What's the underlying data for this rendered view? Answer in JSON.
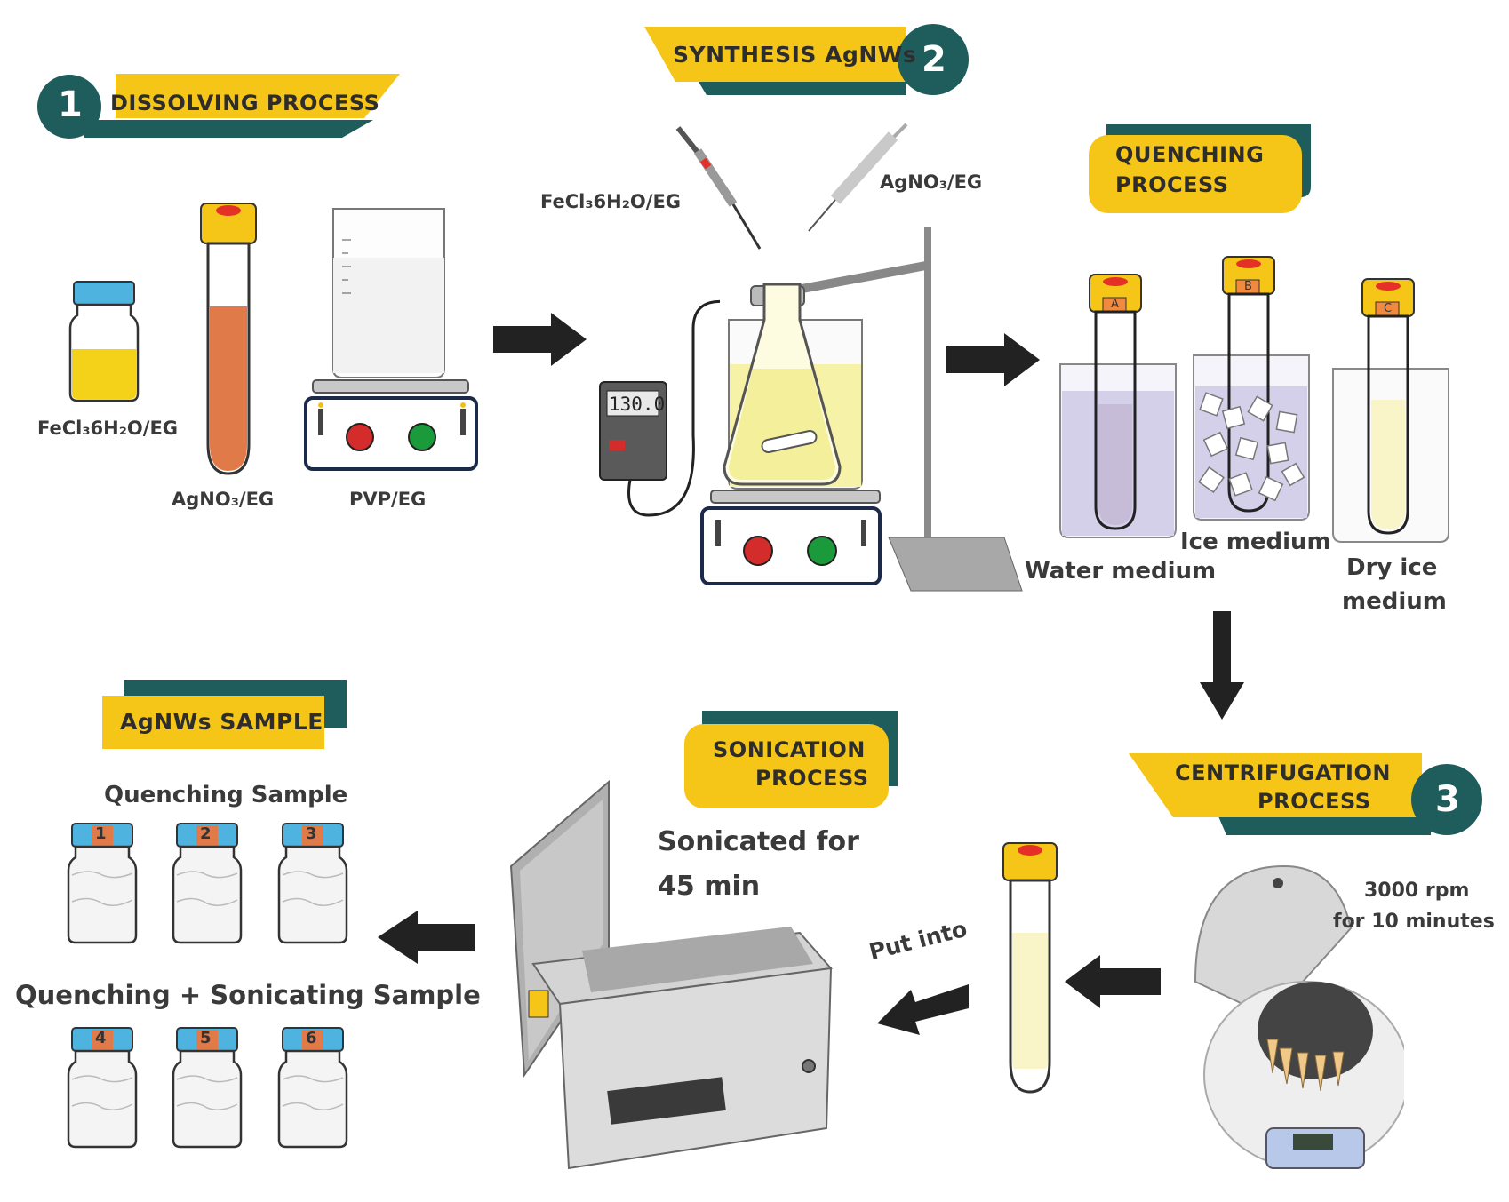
{
  "steps": {
    "step1": {
      "number": "1",
      "title": "DISSOLVING PROCESS"
    },
    "step2": {
      "number": "2",
      "title": "SYNTHESIS AgNWs"
    },
    "step3": {
      "number": "3",
      "title_line1": "CENTRIFUGATION",
      "title_line2": "PROCESS"
    },
    "quenching": {
      "title_line1": "QUENCHING",
      "title_line2": "PROCESS"
    },
    "sonication": {
      "title_line1": "SONICATION",
      "title_line2": "PROCESS"
    },
    "sample": {
      "title": "AgNWs SAMPLE"
    }
  },
  "dissolving": {
    "fecl_label": "FeCl₃6H₂O/EG",
    "agno_label": "AgNO₃/EG",
    "pvp_label": "PVP/EG"
  },
  "synthesis": {
    "fecl_label": "FeCl₃6H₂O/EG",
    "agno_label": "AgNO₃/EG",
    "thermometer_display": "130.0"
  },
  "quenching": {
    "tubes": [
      "A",
      "B",
      "C"
    ],
    "water_label": "Water medium",
    "ice_label": "Ice medium",
    "dry_ice_line1": "Dry ice",
    "dry_ice_line2": "medium"
  },
  "centrifugation": {
    "speed_line1": "3000 rpm",
    "speed_line2": "for 10 minutes",
    "put_into": "Put into"
  },
  "sonication": {
    "time_line1": "Sonicated for",
    "time_line2": "45 min"
  },
  "samples": {
    "quenching_label": "Quenching Sample",
    "sonicating_label": "Quenching + Sonicating Sample",
    "vials_row1": [
      "1",
      "2",
      "3"
    ],
    "vials_row2": [
      "4",
      "5",
      "6"
    ]
  },
  "colors": {
    "banner_yellow": "#f5c518",
    "banner_teal": "#1f5c5c",
    "arrow": "#222222",
    "agno_tube": "#e07a48",
    "fecl_liquid": "#f5d21a",
    "flask_liquid": "#f3ef9a"
  }
}
